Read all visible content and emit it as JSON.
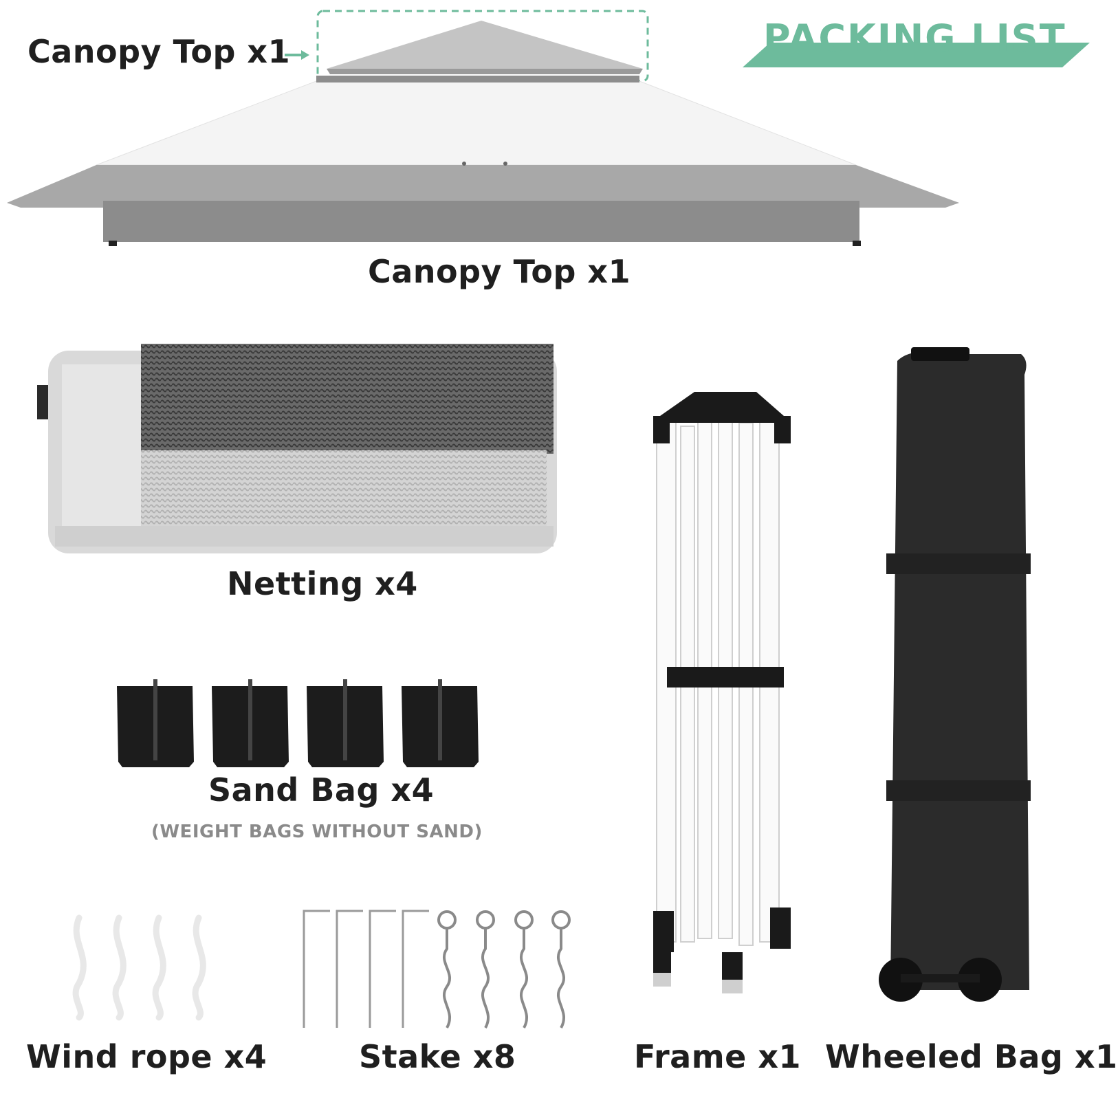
{
  "header": {
    "title": "PACKING LIST",
    "accent_color": "#6dbb9c"
  },
  "items": {
    "canopy_callout": "Canopy Top x1",
    "canopy": "Canopy Top x1",
    "netting": "Netting x4",
    "sandbag": "Sand Bag x4",
    "sandbag_note": "(WEIGHT BAGS WITHOUT SAND)",
    "wind_rope": "Wind rope x4",
    "stake": "Stake x8",
    "frame": "Frame x1",
    "wheeled_bag": "Wheeled Bag x1"
  },
  "icons": [
    "arrow-right-icon",
    "canopy-top-image",
    "netting-image",
    "sandbag-image",
    "wind-rope-image",
    "stake-image",
    "frame-image",
    "wheeled-bag-image"
  ]
}
